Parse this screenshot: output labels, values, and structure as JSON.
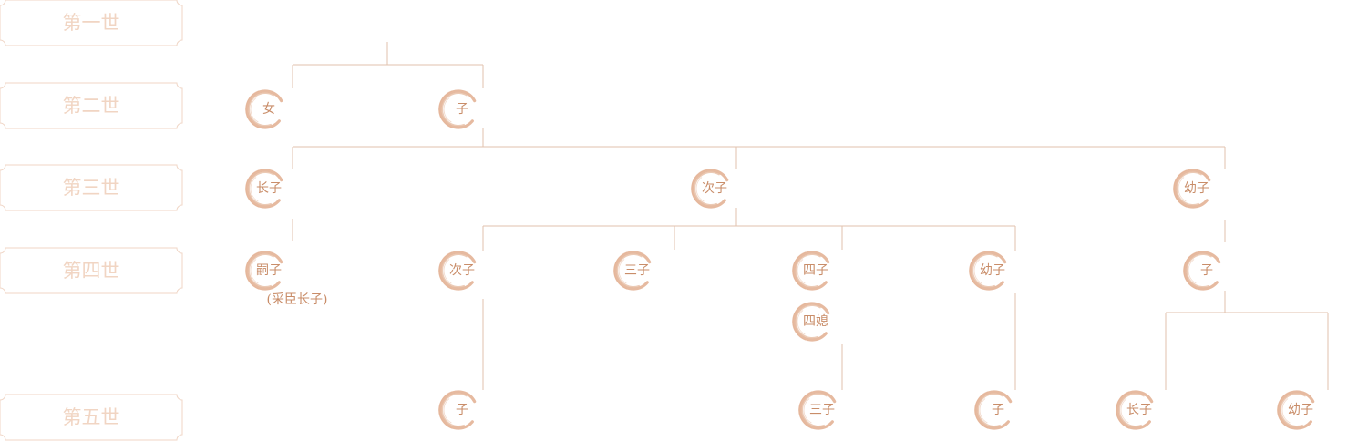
{
  "generations": [
    {
      "label": "第一世"
    },
    {
      "label": "第二世"
    },
    {
      "label": "第三世"
    },
    {
      "label": "第四世"
    },
    {
      "label": "第五世"
    }
  ],
  "nodes": {
    "g2_daughter": {
      "label": "女",
      "generation": 2
    },
    "g2_son": {
      "label": "子",
      "generation": 2
    },
    "g3_eldest": {
      "label": "长子",
      "generation": 3
    },
    "g3_second": {
      "label": "次子",
      "generation": 3
    },
    "g3_youngest": {
      "label": "幼子",
      "generation": 3
    },
    "g4_heir": {
      "label": "嗣子",
      "note": "(采臣长子)",
      "generation": 4
    },
    "g4_second": {
      "label": "次子",
      "generation": 4
    },
    "g4_third": {
      "label": "三子",
      "generation": 4
    },
    "g4_fourth": {
      "label": "四子",
      "generation": 4
    },
    "g4_fourth_wife": {
      "label": "四媳",
      "generation": 4
    },
    "g4_youngest": {
      "label": "幼子",
      "generation": 4
    },
    "g4_son": {
      "label": "子",
      "generation": 4
    },
    "g5_son_a": {
      "label": "子",
      "generation": 5
    },
    "g5_third": {
      "label": "三子",
      "generation": 5
    },
    "g5_son_b": {
      "label": "子",
      "generation": 5
    },
    "g5_eldest": {
      "label": "长子",
      "generation": 5
    },
    "g5_youngest": {
      "label": "幼子",
      "generation": 5
    }
  },
  "colors": {
    "generation_text": "#f1d5c3",
    "generation_frame": "#f0d6c6",
    "connector": "#e2c2ad",
    "ring": "#e3b396",
    "node_text": "#c98d69"
  }
}
